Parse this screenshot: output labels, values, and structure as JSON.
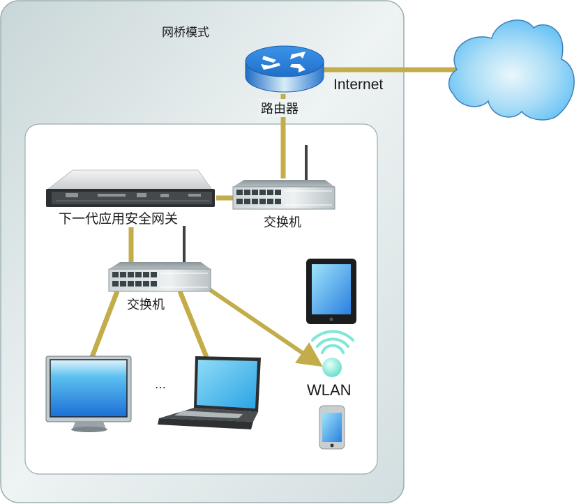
{
  "diagram": {
    "title": "网桥模式",
    "colors": {
      "link": "#c2ad4a",
      "outer_panel": "#dfe7e8",
      "panel_border": "#9aadb0",
      "inner_panel": "#ffffff",
      "router_blue": "#2b7fd6",
      "cloud_blue": "#6cc4f5",
      "wifi": "#7ee8d8"
    },
    "nodes": {
      "router": {
        "label": "路由器",
        "icon": "router-icon"
      },
      "internet": {
        "label": "Internet",
        "icon": "cloud-icon"
      },
      "gateway": {
        "label": "下一代应用安全网关",
        "icon": "rack-server-icon"
      },
      "switch_top": {
        "label": "交换机",
        "icon": "switch-icon"
      },
      "switch_bottom": {
        "label": "交换机",
        "icon": "switch-icon"
      },
      "desktop": {
        "icon": "monitor-icon"
      },
      "ellipsis": {
        "label": "…"
      },
      "laptop": {
        "icon": "laptop-icon"
      },
      "wlan": {
        "label": "WLAN",
        "icon": "wifi-icon"
      },
      "tablet": {
        "icon": "tablet-icon"
      },
      "phone": {
        "icon": "smartphone-icon"
      }
    },
    "links": [
      {
        "from": "router",
        "to": "internet"
      },
      {
        "from": "router",
        "to": "switch_top"
      },
      {
        "from": "switch_top",
        "to": "gateway"
      },
      {
        "from": "gateway",
        "to": "switch_bottom"
      },
      {
        "from": "switch_bottom",
        "to": "desktop"
      },
      {
        "from": "switch_bottom",
        "to": "laptop"
      },
      {
        "from": "switch_bottom",
        "to": "wlan"
      }
    ]
  }
}
